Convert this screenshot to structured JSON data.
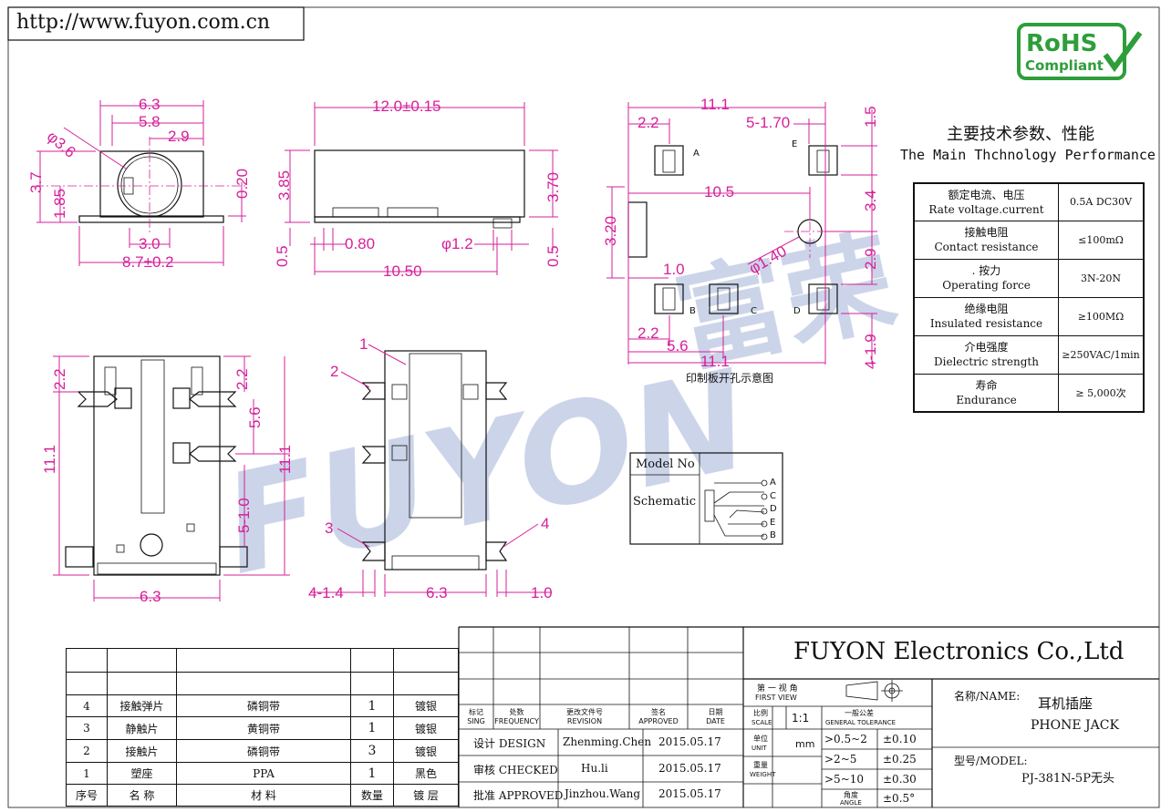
{
  "header": {
    "url": "http://www.fuyon.com.cn"
  },
  "rohs": {
    "line1": "RoHS",
    "line2": "Compliant"
  },
  "watermark": {
    "latin": "FUYON",
    "cjk": "富荣"
  },
  "dimensions": {
    "front": {
      "w1": "6.3",
      "w2": "5.8",
      "w3": "2.9",
      "dia": "φ3.6",
      "h1": "3.7",
      "h2": "1.85",
      "h3": "0.20",
      "b1": "3.0",
      "b2": "8.7±0.2"
    },
    "side": {
      "top": "12.0±0.15",
      "h1": "3.85",
      "h2": "3.70",
      "s1": "0.5",
      "s2": "0.80",
      "dia": "φ1.2",
      "s3": "0.5",
      "bottom": "10.50"
    },
    "pcb": {
      "top": "11.1",
      "a1": "2.2",
      "a2": "5-1.70",
      "a3": "1.5",
      "a4": "10.5",
      "a5": "3.4",
      "a6": "3.20",
      "a7": "φ1.40",
      "a8": "2.9",
      "a9": "1.0",
      "a10": "2.2",
      "a11": "5.6",
      "a12": "4-1.9",
      "bottom": "11.1",
      "caption": "印制板开孔示意图",
      "pins": {
        "a": "A",
        "b": "B",
        "c": "C",
        "d": "D",
        "e": "E"
      }
    },
    "bottom_view": {
      "d1": "2.2",
      "d2": "2.2",
      "d3": "5.6",
      "d4": "11.1",
      "d5": "11.1",
      "d6": "5-1.0",
      "d7": "6.3"
    },
    "back_view": {
      "l1": "1",
      "l2": "2",
      "l3": "3",
      "l4": "4",
      "d1": "4-1.4",
      "d2": "6.3",
      "d3": "1.0"
    }
  },
  "specs": {
    "title_cn": "主要技术参数、性能",
    "title_en": "The Main Thchnology Performance",
    "rows": [
      {
        "cn": "额定电流、电压",
        "en": "Rate voltage.current",
        "value": "0.5A DC30V"
      },
      {
        "cn": "接触电阻",
        "en": "Contact resistance",
        "value": "≤100mΩ"
      },
      {
        "cn": ". 按力",
        "en": "Operating force",
        "value": "3N-20N"
      },
      {
        "cn": "绝缘电阻",
        "en": "Insulated resistance",
        "value": "≥100MΩ"
      },
      {
        "cn": "介电强度",
        "en": "Dielectric strength",
        "value": "≥250VAC/1min"
      },
      {
        "cn": "寿命",
        "en": "Endurance",
        "value": "≥ 5,000次"
      }
    ]
  },
  "schematic": {
    "model_label": "Model No",
    "schematic_label": "Schematic",
    "pins": [
      "A",
      "C",
      "D",
      "E",
      "B"
    ]
  },
  "bom": {
    "rows": [
      {
        "no": "4",
        "name": "接触弹片",
        "material": "磷铜带",
        "qty": "1",
        "finish": "镀银"
      },
      {
        "no": "3",
        "name": "静触片",
        "material": "黄铜带",
        "qty": "1",
        "finish": "镀银"
      },
      {
        "no": "2",
        "name": "接触片",
        "material": "磷铜带",
        "qty": "3",
        "finish": "镀银"
      },
      {
        "no": "1",
        "name": "塑座",
        "material": "PPA",
        "qty": "1",
        "finish": "黑色"
      }
    ],
    "header": {
      "no": "序号",
      "name": "名 称",
      "material": "材 料",
      "qty": "数量",
      "finish": "镀 层"
    }
  },
  "title_block": {
    "company": "FUYON Electronics Co.,Ltd",
    "rev_headers": [
      {
        "cn": "标记",
        "en": "SING"
      },
      {
        "cn": "处数",
        "en": "FREQUENCY"
      },
      {
        "cn": "更改文件号",
        "en": "REVISION"
      },
      {
        "cn": "签名",
        "en": "APPROVED"
      },
      {
        "cn": "日期",
        "en": "DATE"
      }
    ],
    "design_label": "设计 DESIGN",
    "design_name": "Zhenming.Chen",
    "design_date": "2015.05.17",
    "checked_label": "审核 CHECKED",
    "checked_name": "Hu.li",
    "checked_date": "2015.05.17",
    "approved_label": "批准 APPROVED",
    "approved_name": "Jinzhou.Wang",
    "approved_date": "2015.05.17",
    "first_view_cn": "第 一 视 角",
    "first_view_en": "FIRST VIEW",
    "scale_cn": "比例",
    "scale_en": "SCALE",
    "scale_value": "1:1",
    "unit_cn": "单位",
    "unit_en": "UNIT",
    "unit_value": "mm",
    "weight_cn": "重量",
    "weight_en": "WEIGHT",
    "angle_cn": "角度",
    "angle_en": "ANGLE",
    "tol_cn": "一般公差",
    "tol_en": "GENERAL TOLERANCE",
    "tolerances": [
      {
        "range": ">0.5~2",
        "value": "±0.10"
      },
      {
        "range": ">2~5",
        "value": "±0.25"
      },
      {
        "range": ">5~10",
        "value": "±0.30"
      },
      {
        "range": "",
        "value": "±0.5°"
      }
    ],
    "name_label": "名称/NAME:",
    "name_cn": "耳机插座",
    "name_en": "PHONE JACK",
    "model_label": "型号/MODEL:",
    "model_value": "PJ-381N-5P无头"
  }
}
